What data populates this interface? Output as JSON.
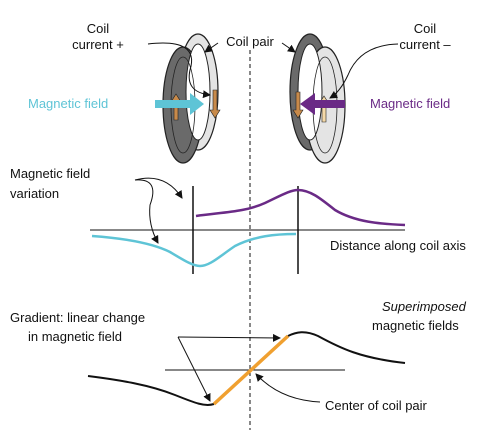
{
  "labels": {
    "coil_current_plus_1": "Coil",
    "coil_current_plus_2": "current +",
    "coil_pair": "Coil pair",
    "coil_current_minus_1": "Coil",
    "coil_current_minus_2": "current –",
    "magnetic_field_left": "Magnetic field",
    "magnetic_field_right": "Magnetic field",
    "variation_1": "Magnetic field",
    "variation_2": "variation",
    "distance_axis": "Distance along coil axis",
    "gradient_1": "Gradient: linear change",
    "gradient_2": "in magnetic field",
    "superimposed_1": "Superimposed",
    "superimposed_2": "magnetic fields",
    "center": "Center of coil pair"
  },
  "colors": {
    "cyan": "#5ec4d6",
    "purple": "#6a2a86",
    "orange": "#f0a030",
    "coil_dark": "#555555",
    "coil_light": "#cfcfcf"
  }
}
